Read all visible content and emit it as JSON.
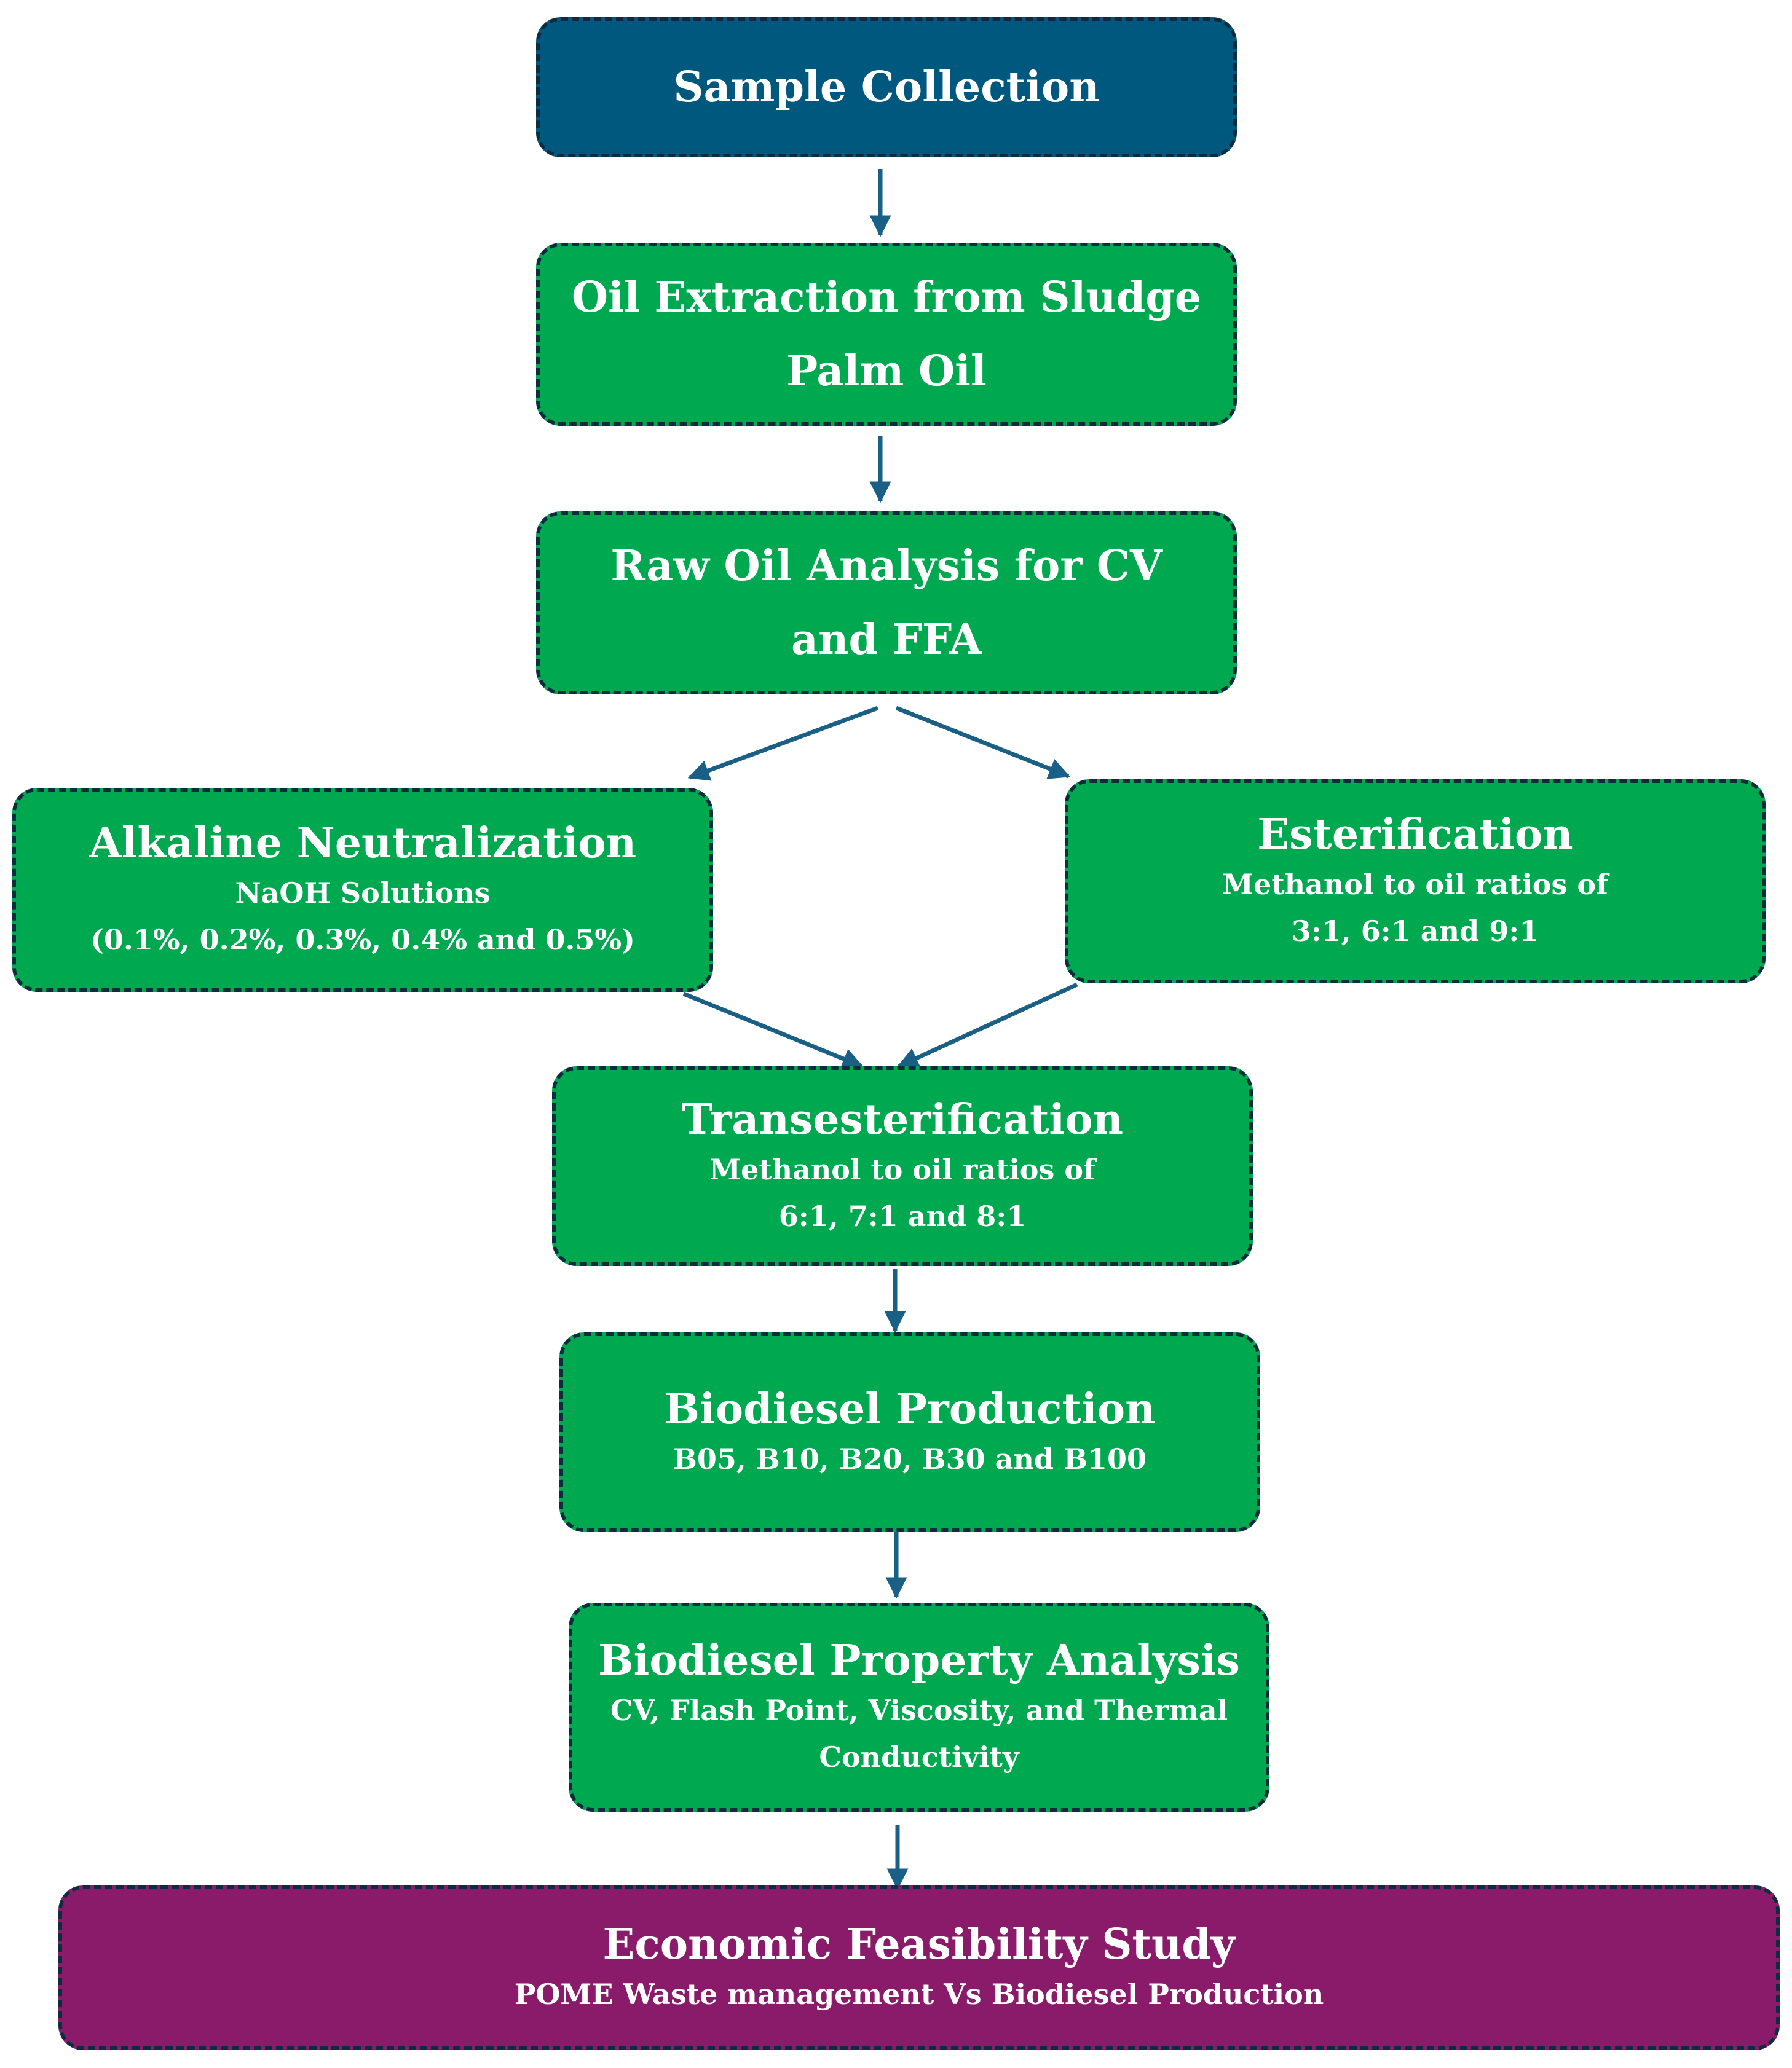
{
  "nodes": {
    "sample": {
      "title": "Sample Collection"
    },
    "extract": {
      "title_1": "Oil Extraction from Sludge",
      "title_2": "Palm Oil"
    },
    "raw": {
      "title_1": "Raw Oil Analysis for CV",
      "title_2": "and FFA"
    },
    "alkaline": {
      "title": "Alkaline Neutralization",
      "sub_1": "NaOH Solutions",
      "sub_2": "(0.1%, 0.2%, 0.3%, 0.4% and 0.5%)"
    },
    "ester": {
      "title": "Esterification",
      "sub_1": "Methanol to oil ratios of",
      "sub_2": "3:1, 6:1 and 9:1"
    },
    "trans": {
      "title": "Transesterification",
      "sub_1": "Methanol to oil ratios of",
      "sub_2": "6:1, 7:1 and 8:1"
    },
    "biodiesel": {
      "title": "Biodiesel Production",
      "sub_1": "B05, B10, B20, B30 and B100"
    },
    "property": {
      "title": "Biodiesel Property Analysis",
      "sub_1": "CV, Flash Point, Viscosity, and Thermal",
      "sub_2": "Conductivity"
    },
    "economic": {
      "title": "Economic Feasibility Study",
      "sub_1": "POME Waste management Vs Biodiesel Production"
    }
  },
  "colors": {
    "process_box": "#00a94f",
    "start_box": "#00587f",
    "end_box": "#8a1a6a",
    "arrow": "#1a5f86",
    "border": "#0d2c3e"
  }
}
